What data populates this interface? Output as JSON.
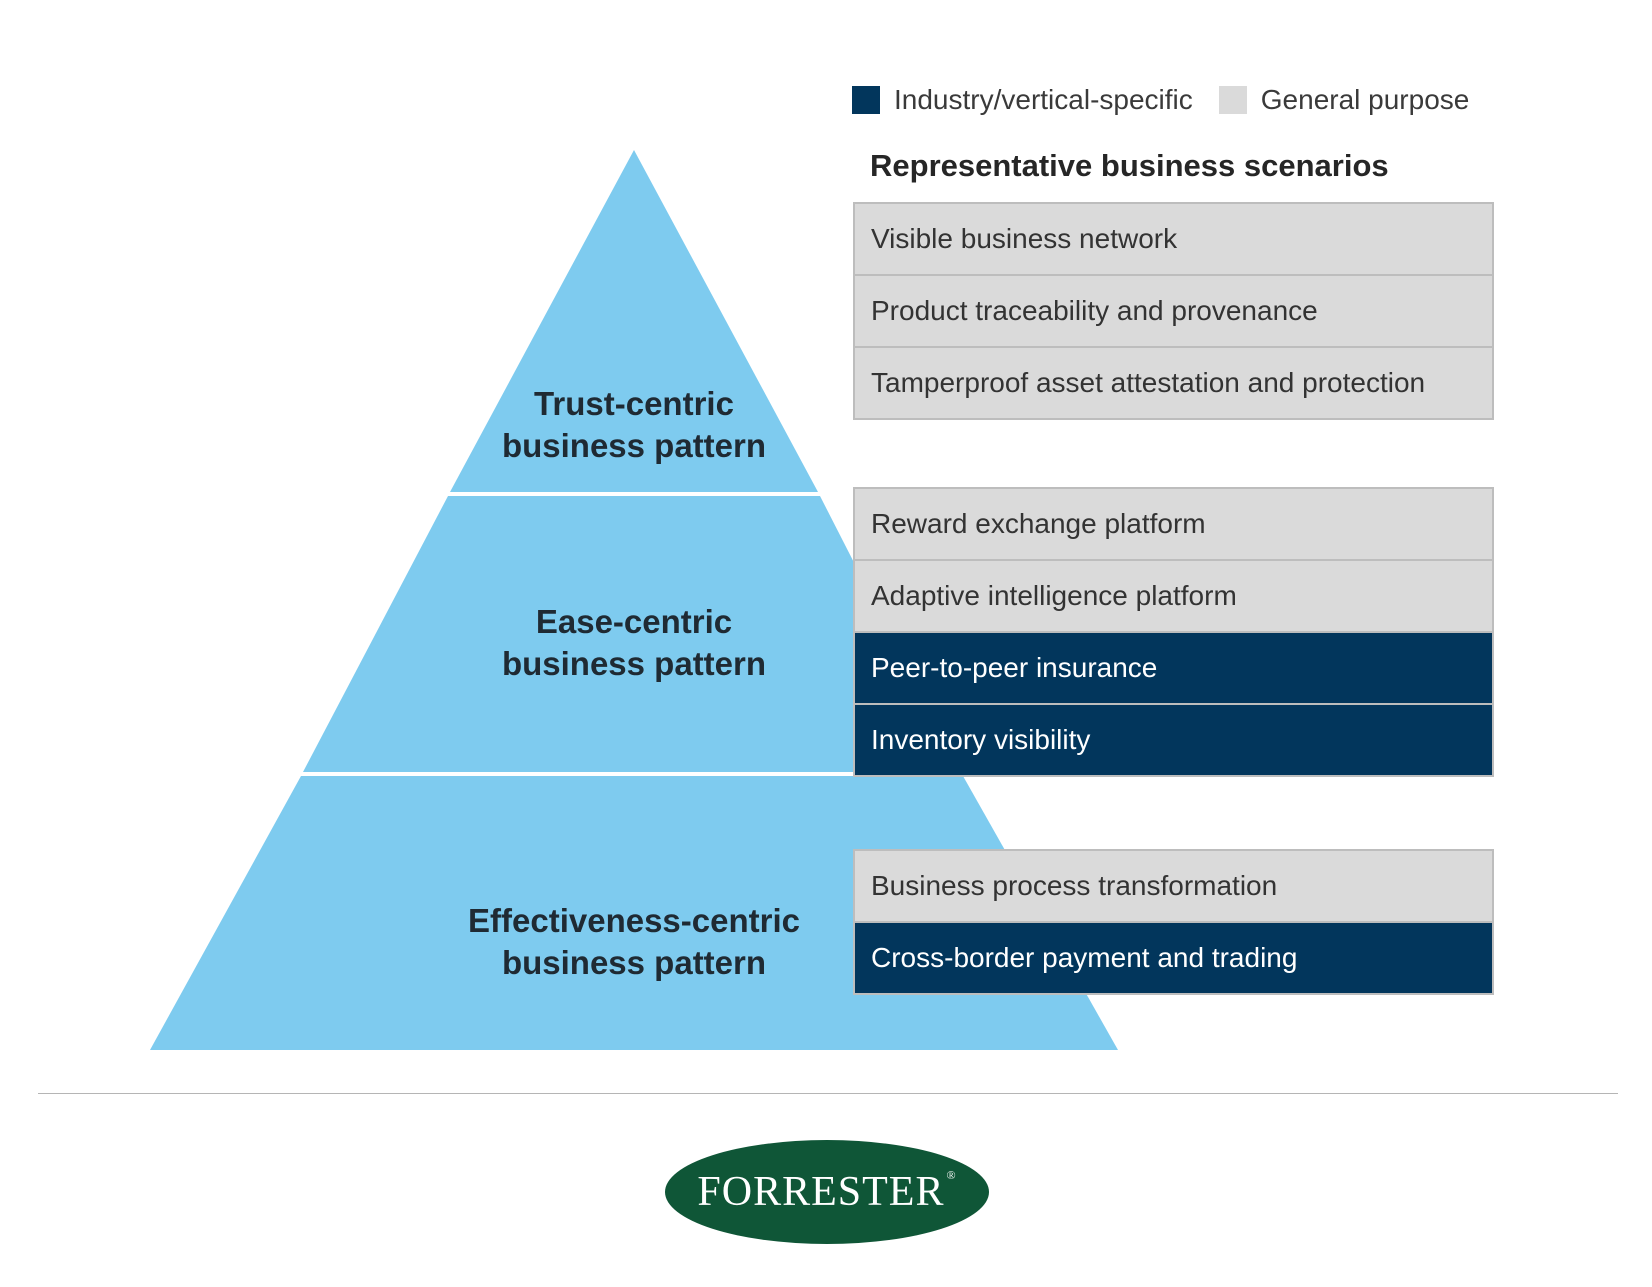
{
  "colors": {
    "pyramid": "#7ecbef",
    "industry": "#02365c",
    "general": "#dadada",
    "logo": "#0f5637"
  },
  "legend": {
    "industry_label": "Industry/vertical-specific",
    "general_label": "General purpose"
  },
  "scenarios_heading": "Representative business scenarios",
  "tiers": [
    {
      "line1": "Trust-centric",
      "line2": "business pattern",
      "scenarios": [
        {
          "label": "Visible business network",
          "type": "general"
        },
        {
          "label": "Product traceability and provenance",
          "type": "general"
        },
        {
          "label": "Tamperproof asset attestation and protection",
          "type": "general"
        }
      ]
    },
    {
      "line1": "Ease-centric",
      "line2": "business pattern",
      "scenarios": [
        {
          "label": "Reward exchange platform",
          "type": "general"
        },
        {
          "label": "Adaptive intelligence platform",
          "type": "general"
        },
        {
          "label": "Peer-to-peer insurance",
          "type": "industry"
        },
        {
          "label": "Inventory visibility",
          "type": "industry"
        }
      ]
    },
    {
      "line1": "Effectiveness-centric",
      "line2": "business pattern",
      "scenarios": [
        {
          "label": "Business process transformation",
          "type": "general"
        },
        {
          "label": "Cross-border payment and trading",
          "type": "industry"
        }
      ]
    }
  ],
  "logo": {
    "text": "FORRESTER",
    "mark": "®"
  }
}
